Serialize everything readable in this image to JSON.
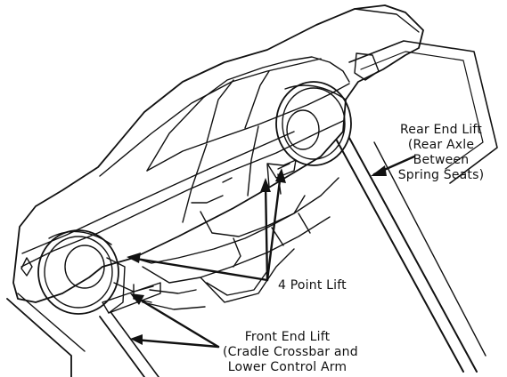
{
  "labels": {
    "rear_end_lift": [
      "Rear End Lift",
      "(Rear Axle",
      "Between",
      "Spring Seats)"
    ],
    "four_point_lift": "4 Point Lift",
    "front_end_lift": [
      "Front End Lift",
      "(Cradle Crossbar and",
      "Lower Control Arm"
    ]
  },
  "colors": {
    "ink": "#111111",
    "background": "#ffffff"
  }
}
